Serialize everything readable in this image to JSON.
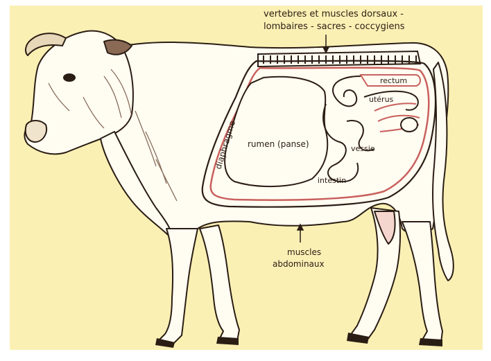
{
  "labels": {
    "vertebrae_line1": "vertebres et muscles dorsaux -",
    "vertebrae_line2": "lombaires - sacres - coccygiens",
    "diaphragm": "diaphragme",
    "rumen": "rumen (panse)",
    "rectum": "rectum",
    "uterus": "utérus",
    "bladder": "vessie",
    "intestine": "intestin",
    "abdominal_line1": "muscles",
    "abdominal_line2": "abdominaux"
  },
  "colors": {
    "background": "#fbf0b4",
    "cow_body": "#fffcf2",
    "outline": "#2a1d14",
    "organ_wall": "#c9605d",
    "hair": "#6b4a36"
  }
}
